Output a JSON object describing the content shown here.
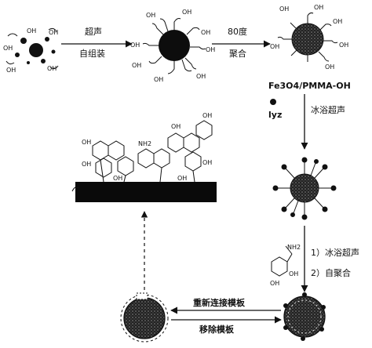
{
  "labels": {
    "step1_top": "超声",
    "step1_bottom": "自组装",
    "step2_top": "80度",
    "step2_bottom": "聚合",
    "product": "Fe3O4/PMMA-OH",
    "template": "lyz",
    "step3": "冰浴超声",
    "step4_a": "1）冰浴超声",
    "step4_b": "2）自聚合",
    "reconnect": "重新连接模板",
    "remove": "移除模板",
    "oh": "OH",
    "nh2": "NH2"
  },
  "icons": {
    "monomer": "monomer-oh-cluster-icon",
    "micelle": "oh-micelle-icon",
    "core_shell": "core-shell-particle-icon",
    "protein": "protein-template-icon",
    "dopamine": "dopamine-structure-icon"
  }
}
